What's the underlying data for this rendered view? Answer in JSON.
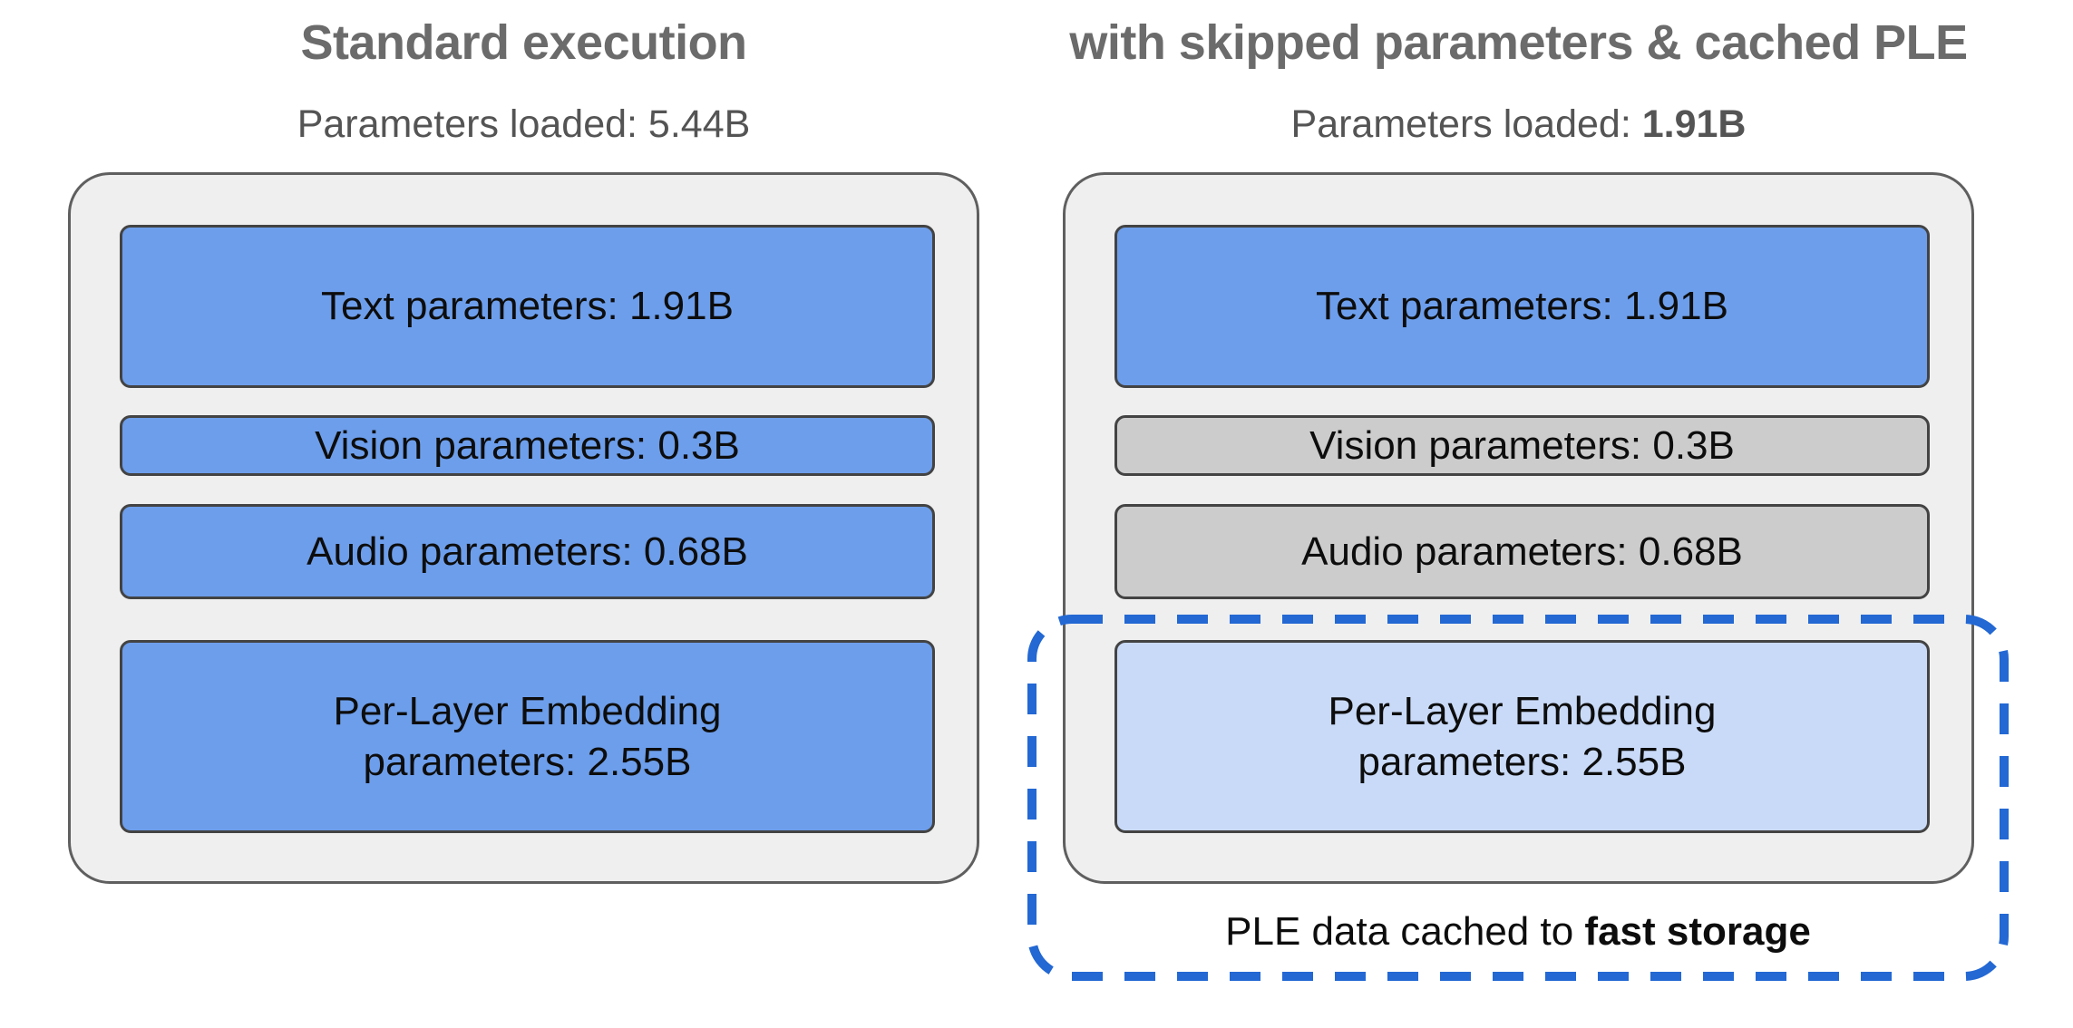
{
  "colors": {
    "panel_fill": "#efefef",
    "panel_border": "#5f5f5f",
    "box_border": "#434343",
    "loaded_blue": "#6d9eeb",
    "skipped_gray": "#cccccc",
    "cached_light_blue": "#c9daf8",
    "dashed_outline_blue": "#2368d3",
    "title_gray": "#6b6b6b",
    "subtitle_gray": "#545454",
    "box_text": "#0d0d0d"
  },
  "panels": [
    {
      "title": "Standard execution",
      "subtitle_label": "Parameters loaded: ",
      "subtitle_value": "5.44B",
      "subtitle_value_style": "font-weight:400",
      "boxes": [
        {
          "label": "Text parameters: 1.91B",
          "state": "loaded"
        },
        {
          "label": "Vision parameters: 0.3B",
          "state": "loaded"
        },
        {
          "label": "Audio parameters: 0.68B",
          "state": "loaded"
        },
        {
          "label": "Per-Layer Embedding\nparameters: 2.55B",
          "state": "loaded"
        }
      ]
    },
    {
      "title": "with skipped parameters & cached PLE",
      "subtitle_label": "Parameters loaded: ",
      "subtitle_value": "1.91B",
      "subtitle_value_style": "font-weight:700",
      "boxes": [
        {
          "label": "Text parameters: 1.91B",
          "state": "loaded"
        },
        {
          "label": "Vision parameters: 0.3B",
          "state": "skipped"
        },
        {
          "label": "Audio parameters: 0.68B",
          "state": "skipped"
        },
        {
          "label": "Per-Layer Embedding\nparameters: 2.55B",
          "state": "cached"
        }
      ]
    }
  ],
  "caption": {
    "prefix": "PLE data cached to ",
    "emphasis": "fast storage"
  }
}
